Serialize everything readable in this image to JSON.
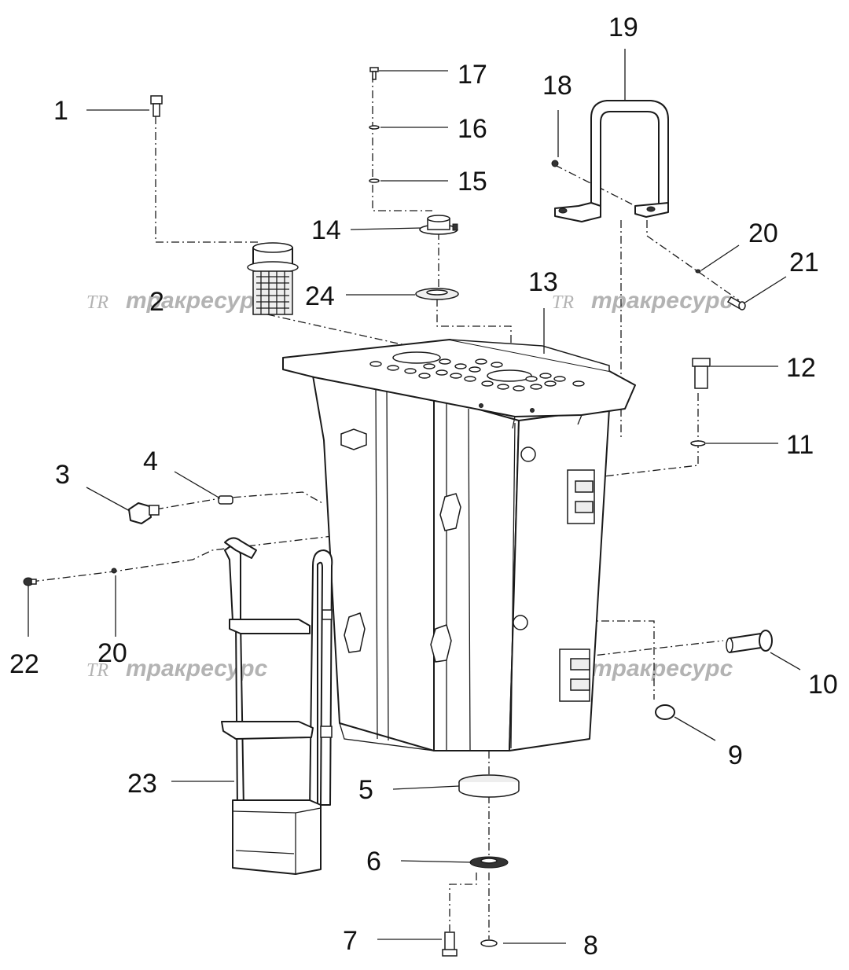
{
  "watermark": {
    "logo": "TR",
    "text": "тракресурс"
  },
  "callouts": [
    {
      "label": "1"
    },
    {
      "label": "2"
    },
    {
      "label": "3"
    },
    {
      "label": "4"
    },
    {
      "label": "5"
    },
    {
      "label": "6"
    },
    {
      "label": "7"
    },
    {
      "label": "8"
    },
    {
      "label": "9"
    },
    {
      "label": "10"
    },
    {
      "label": "11"
    },
    {
      "label": "12"
    },
    {
      "label": "13"
    },
    {
      "label": "14"
    },
    {
      "label": "15"
    },
    {
      "label": "16"
    },
    {
      "label": "17"
    },
    {
      "label": "18"
    },
    {
      "label": "19"
    },
    {
      "label": "20"
    },
    {
      "label": "21"
    },
    {
      "label": "22"
    },
    {
      "label": "20"
    },
    {
      "label": "23"
    },
    {
      "label": "24"
    }
  ]
}
